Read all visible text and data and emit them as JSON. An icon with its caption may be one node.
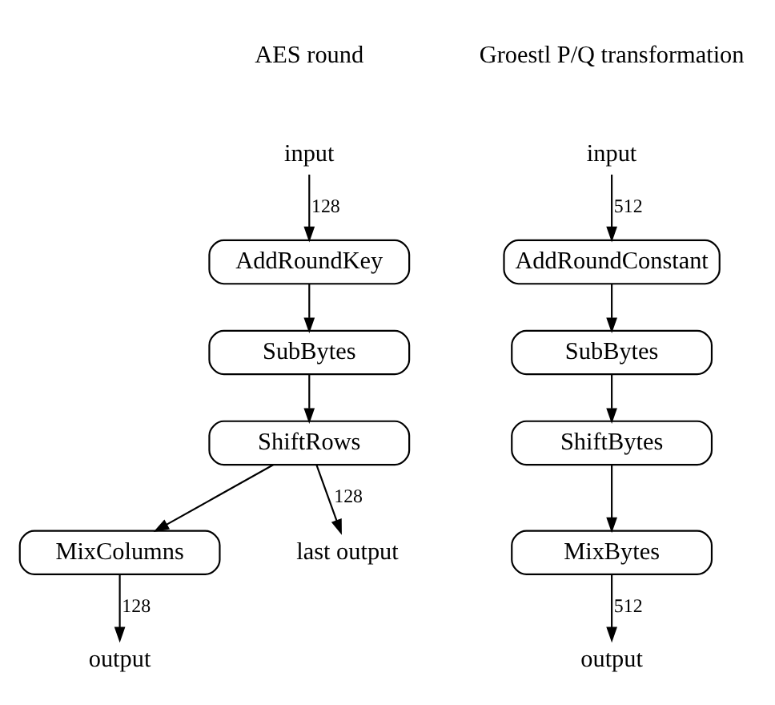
{
  "diagram": {
    "nodes": [
      {
        "text": [
          "input"
        ]
      },
      {
        "text": [
          "AddRoundKey"
        ]
      },
      {
        "text": [
          "SubBytes"
        ]
      },
      {
        "text": [
          "ShiftRows"
        ]
      },
      {
        "text": [
          "MixColumns"
        ]
      },
      {
        "text": [
          "output"
        ]
      },
      {
        "text": [
          "last output"
        ]
      },
      {
        "text": [
          "input"
        ]
      },
      {
        "text": [
          "AddRoundConstant"
        ]
      },
      {
        "text": [
          "SubBytes"
        ]
      },
      {
        "text": [
          "ShiftBytes"
        ]
      },
      {
        "text": [
          "MixBytes"
        ]
      },
      {
        "text": [
          "output"
        ]
      }
    ],
    "edges": [
      {
        "from": 0,
        "to": 1,
        "arrow": "to",
        "label": "128"
      },
      {
        "from": 1,
        "to": 2,
        "arrow": "to"
      },
      {
        "from": 2,
        "to": 3,
        "arrow": "to"
      },
      {
        "from": 3,
        "to": 4,
        "arrow": "to"
      },
      {
        "from": 4,
        "to": 5,
        "arrow": "to",
        "label": "128"
      },
      {
        "from": 3,
        "to": 6,
        "arrow": "to",
        "label": "128"
      },
      {
        "from": 7,
        "to": 8,
        "arrow": "to",
        "label": "512"
      },
      {
        "from": 8,
        "to": 9,
        "arrow": "to"
      },
      {
        "from": 9,
        "to": 10,
        "arrow": "to"
      },
      {
        "from": 10,
        "to": 11,
        "arrow": "to"
      },
      {
        "from": 11,
        "to": 12,
        "arrow": "to",
        "label": "512"
      }
    ],
    "labels": [
      "AES round",
      "Groestl P/Q transformation"
    ]
  }
}
